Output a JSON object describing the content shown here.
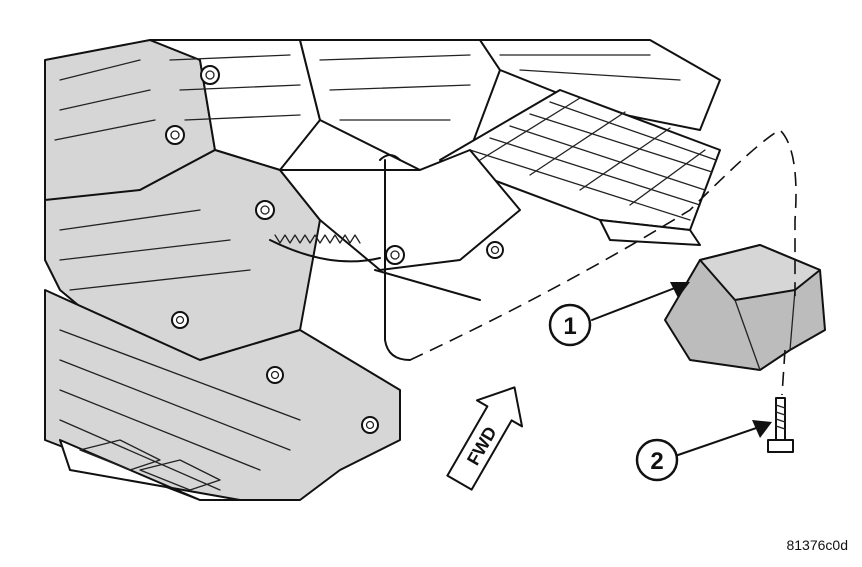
{
  "callouts": [
    {
      "label": "1"
    },
    {
      "label": "2"
    }
  ],
  "direction_label": "FWD",
  "figure_code": "81376c0d",
  "colors": {
    "ink": "#111111",
    "shade": "#d6d6d6",
    "background": "#ffffff"
  }
}
